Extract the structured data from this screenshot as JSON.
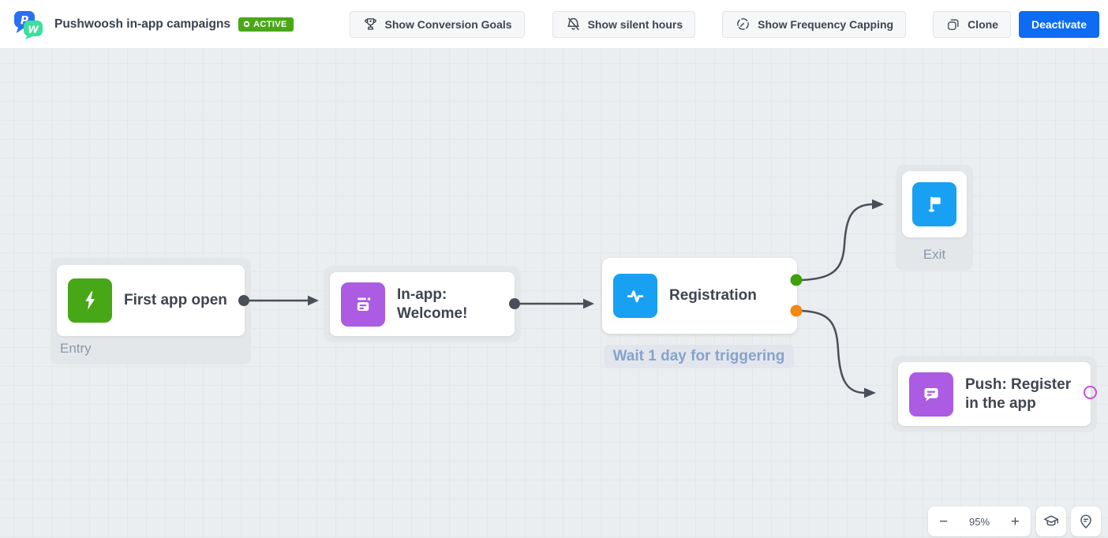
{
  "header": {
    "title": "Pushwoosh in-app campaigns",
    "status_badge": "ACTIVE",
    "logo_letters": {
      "blue": "P",
      "green": "W"
    },
    "buttons": {
      "conversion_goals": "Show Conversion Goals",
      "silent_hours": "Show silent hours",
      "frequency_capping": "Show Frequency Capping",
      "clone": "Clone",
      "deactivate": "Deactivate"
    }
  },
  "canvas": {
    "nodes": {
      "entry": {
        "title": "First app open",
        "sublabel": "Entry",
        "icon": "lightning-icon",
        "icon_color": "#47a716"
      },
      "inapp": {
        "title": "In-app: Welcome!",
        "icon": "inapp-message-icon",
        "icon_color": "#ab5ce2"
      },
      "registration": {
        "title": "Registration",
        "icon": "pulse-icon",
        "icon_color": "#18a0f2",
        "wait_label": "Wait 1 day for triggering"
      },
      "exit": {
        "sublabel": "Exit",
        "icon": "flag-icon",
        "icon_color": "#18a0f2"
      },
      "push": {
        "title": "Push: Register in the app",
        "icon": "push-message-icon",
        "icon_color": "#ab5ce2"
      }
    },
    "ports": {
      "success_color": "#3fa00d",
      "failure_color": "#f0890d",
      "default_color": "#4b5159",
      "ring_color": "#c44fd6"
    },
    "edge_color": "#4a4f57"
  },
  "footer": {
    "zoom_out": "−",
    "zoom_level": "95%",
    "zoom_in": "+",
    "tools": [
      "graduation-cap-icon",
      "feedback-pin-icon"
    ]
  },
  "colors": {
    "primary_button": "#0d6cf2",
    "active_badge": "#4aa818",
    "canvas_bg": "#ebeef1"
  }
}
